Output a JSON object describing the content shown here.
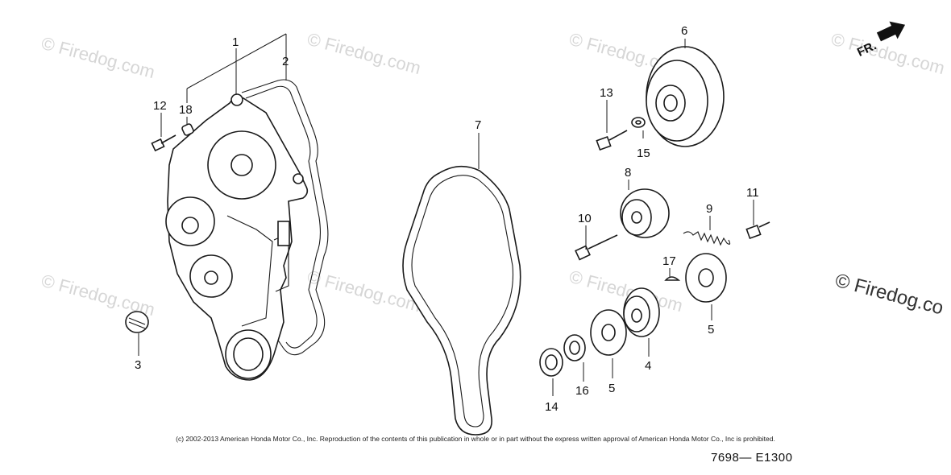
{
  "watermark": {
    "text": "© Firedog.com"
  },
  "watermark_large": {
    "text": "© Firedog.co"
  },
  "direction": {
    "label": "FR."
  },
  "callouts": {
    "p1": "1",
    "p2": "2",
    "p3": "3",
    "p4": "4",
    "p5a": "5",
    "p5b": "5",
    "p6": "6",
    "p7": "7",
    "p8": "8",
    "p9": "9",
    "p10": "10",
    "p11": "11",
    "p12": "12",
    "p13": "13",
    "p14": "14",
    "p15": "15",
    "p16": "16",
    "p17": "17",
    "p18": "18"
  },
  "footer": {
    "copyright": "(c) 2002-2013 American Honda Motor Co., Inc. Reproduction of the contents of this publication in whole or in part without the express written approval of American Honda Motor Co., Inc is prohibited.",
    "code": "7698— E1300"
  },
  "colors": {
    "line": "#1a1a1a",
    "watermark": "#d6d6d6",
    "background": "#ffffff"
  }
}
